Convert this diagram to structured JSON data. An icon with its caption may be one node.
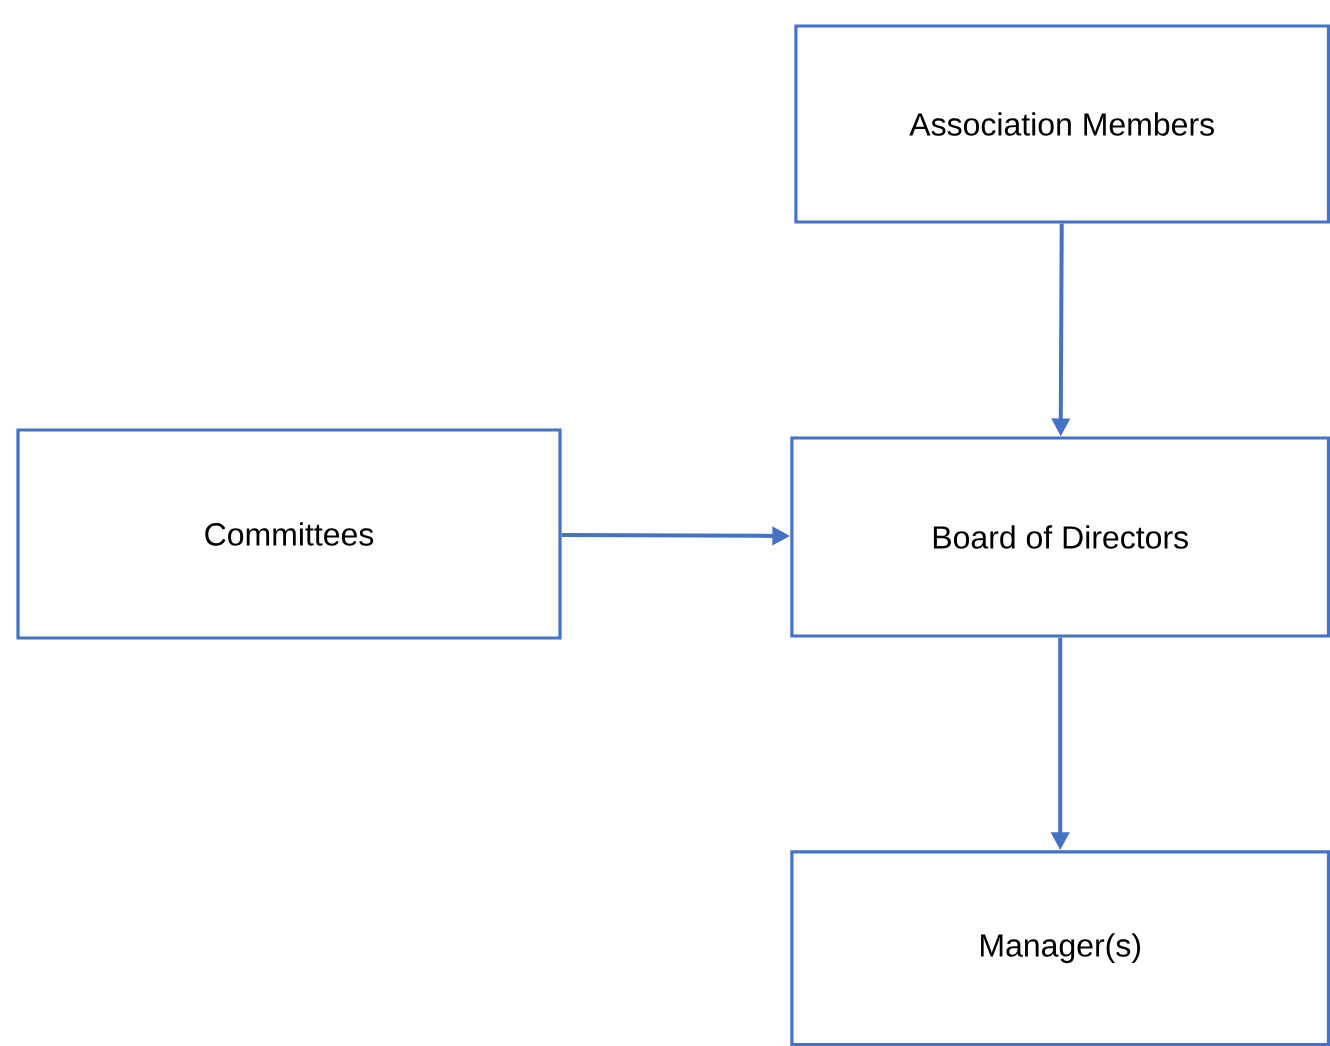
{
  "diagram": {
    "nodes": [
      {
        "text": [
          "Association Members"
        ]
      },
      {
        "text": [
          "Committees"
        ]
      },
      {
        "text": [
          "Board of Directors"
        ]
      },
      {
        "text": [
          "Manager(s)"
        ]
      }
    ],
    "edges": [
      {
        "from": 0,
        "to": 2,
        "arrow": "to"
      },
      {
        "from": 1,
        "to": 2,
        "arrow": "to"
      },
      {
        "from": 2,
        "to": 3,
        "arrow": "to"
      }
    ]
  }
}
